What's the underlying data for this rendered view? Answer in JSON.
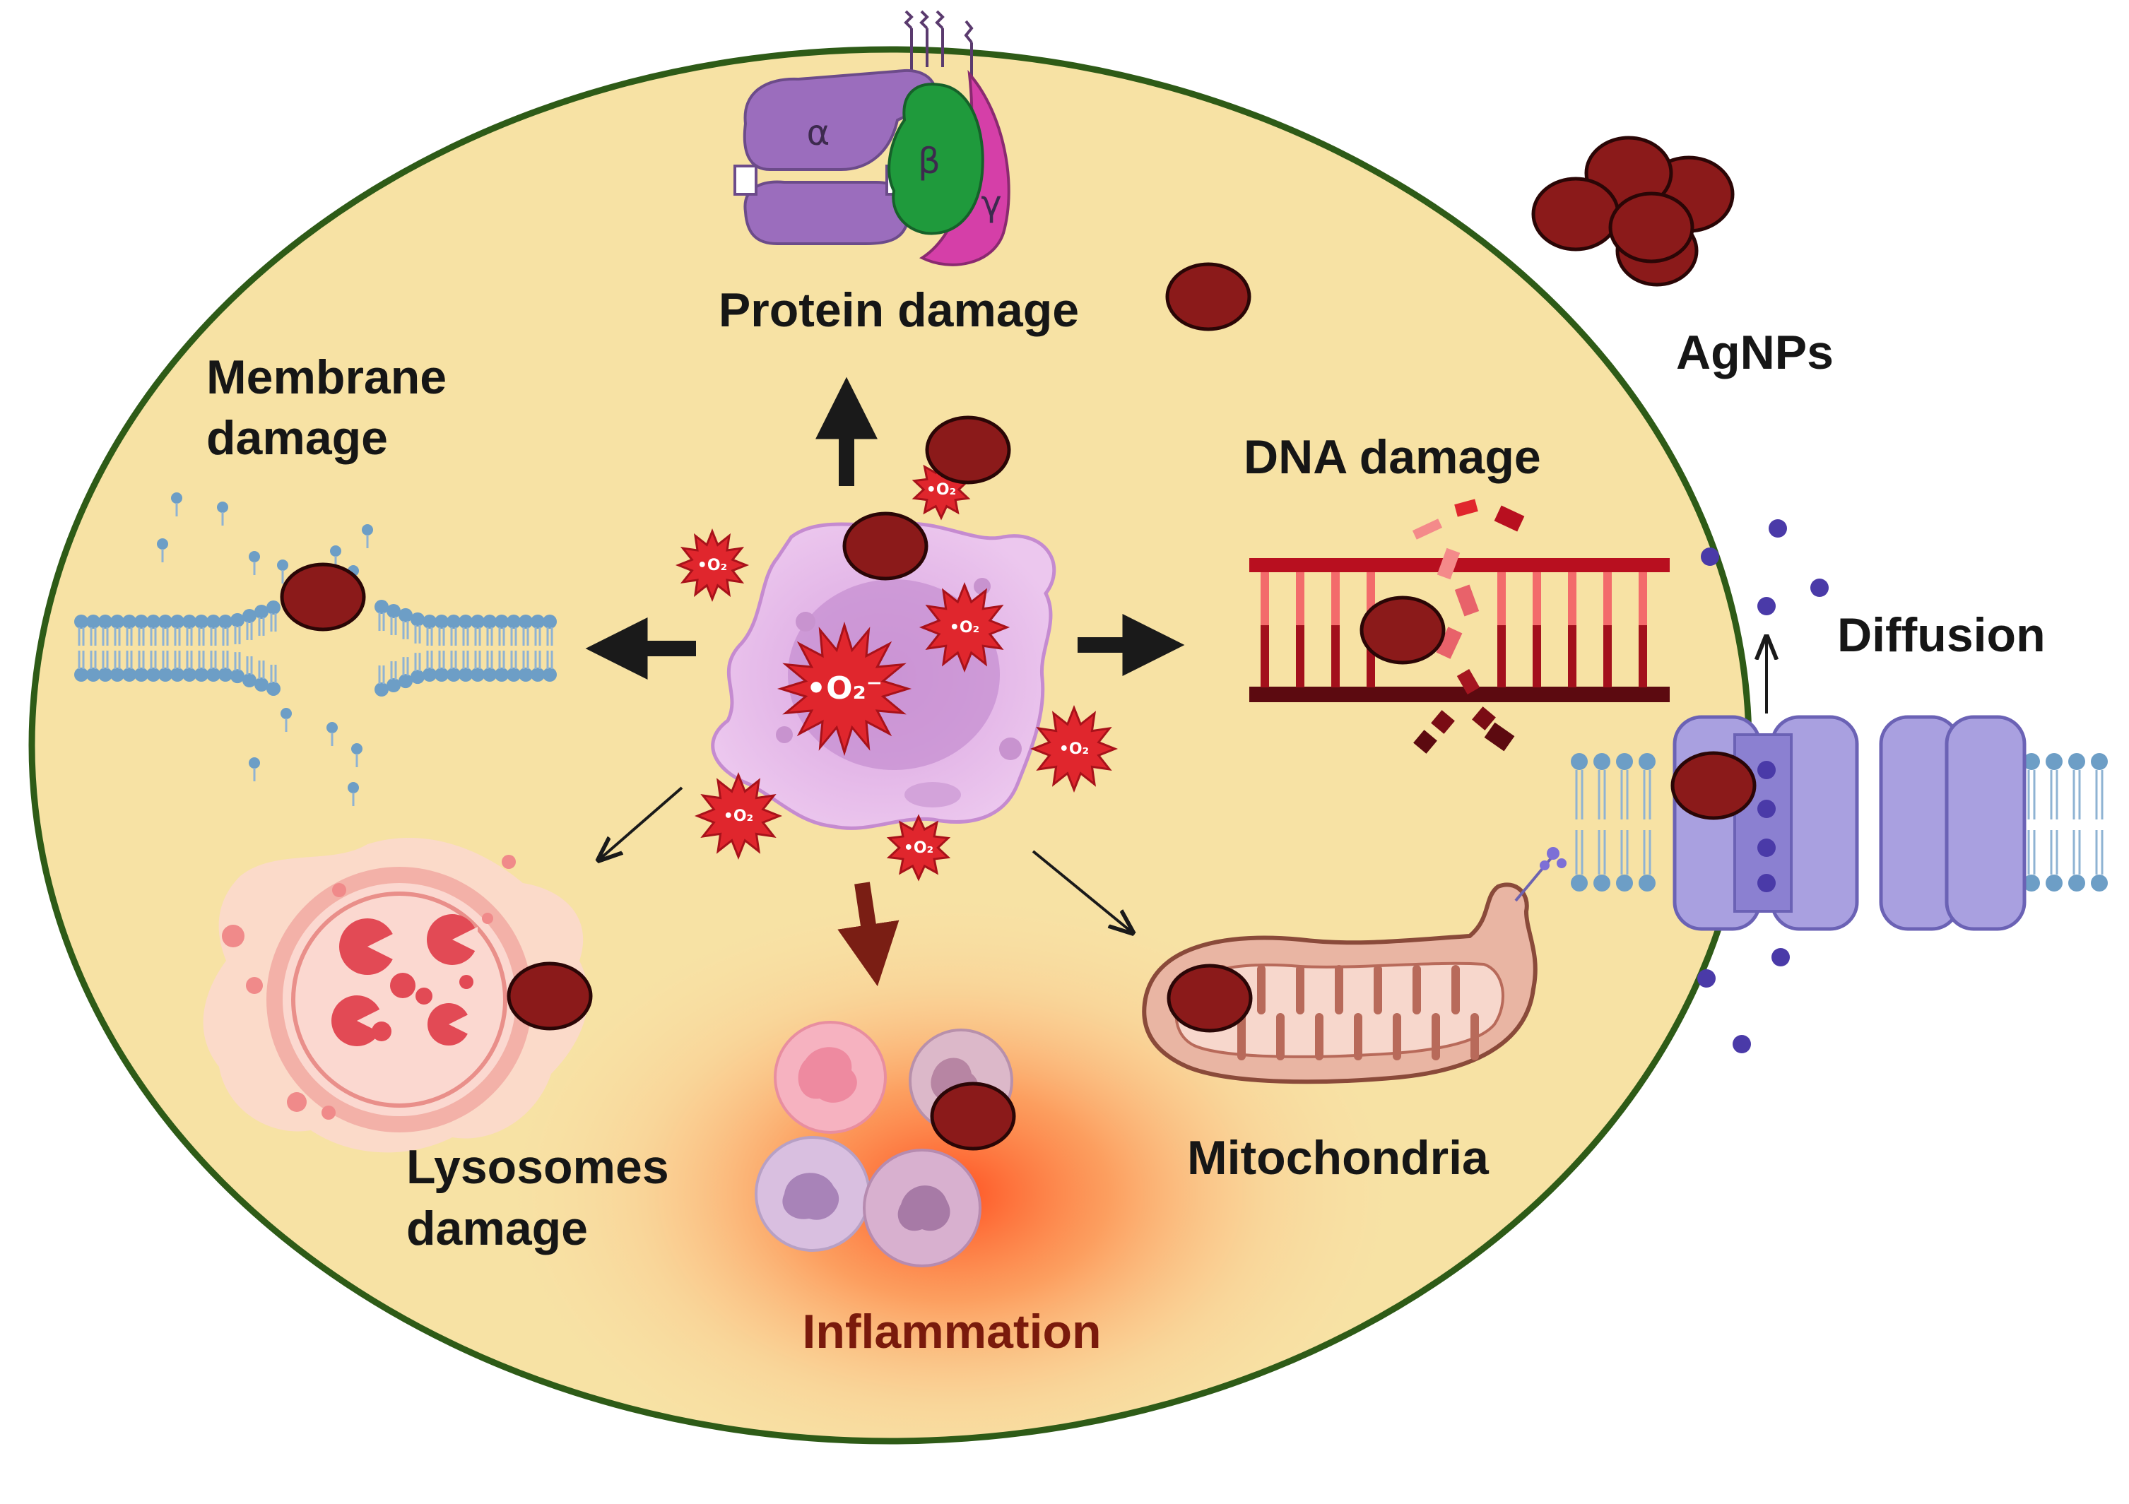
{
  "labels": {
    "protein": "Protein damage",
    "membrane_line1": "Membrane",
    "membrane_line2": "damage",
    "dna": "DNA damage",
    "agnps": "AgNPs",
    "diffusion": "Diffusion",
    "lysosomes_line1": "Lysosomes",
    "lysosomes_line2": "damage",
    "mitochondria": "Mitochondria",
    "inflammation": "Inflammation"
  },
  "subunits": {
    "alpha": "α",
    "beta": "β",
    "gamma": "γ"
  },
  "ros": {
    "big": "•O₂⁻",
    "small": "•O₂"
  },
  "colors": {
    "cell_fill": "#f7e2a4",
    "cell_border": "#2e5b17",
    "nanoparticle": "#8b1a1a",
    "nanoparticle_edge": "#2a0606",
    "ros_star": "#e0262d",
    "macrophage": "#e2b6e8",
    "membrane_head": "#6d9ec6",
    "channel": "#a9a0e0",
    "dna_rail": "#b80f1f",
    "mitochondria": "#e9b5a3",
    "inflammation_glow": "#ff5a2c",
    "arrow": "#1a1a1a",
    "arrow_inflammation": "#7a1e14"
  },
  "icons": [
    "nanoparticle",
    "ros-star",
    "macrophage",
    "protein-complex",
    "lipid-bilayer",
    "dna-double-helix",
    "lysosome",
    "mitochondrion",
    "neutrophil",
    "membrane-channel",
    "ion-dot"
  ]
}
